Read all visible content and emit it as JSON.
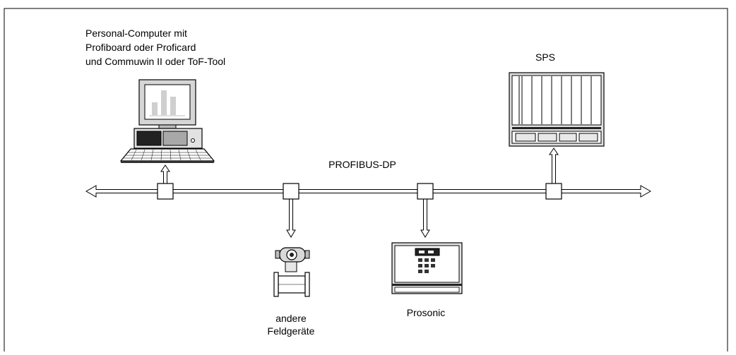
{
  "pc": {
    "label_lines": [
      "Personal-Computer mit",
      "Profiboard oder Proficard",
      "und Commuwin II oder ToF-Tool"
    ]
  },
  "sps": {
    "label": "SPS"
  },
  "bus": {
    "label": "PROFIBUS-DP"
  },
  "field_devices": {
    "label_lines": [
      "andere",
      "Feldgeräte"
    ]
  },
  "prosonic": {
    "label": "Prosonic"
  }
}
